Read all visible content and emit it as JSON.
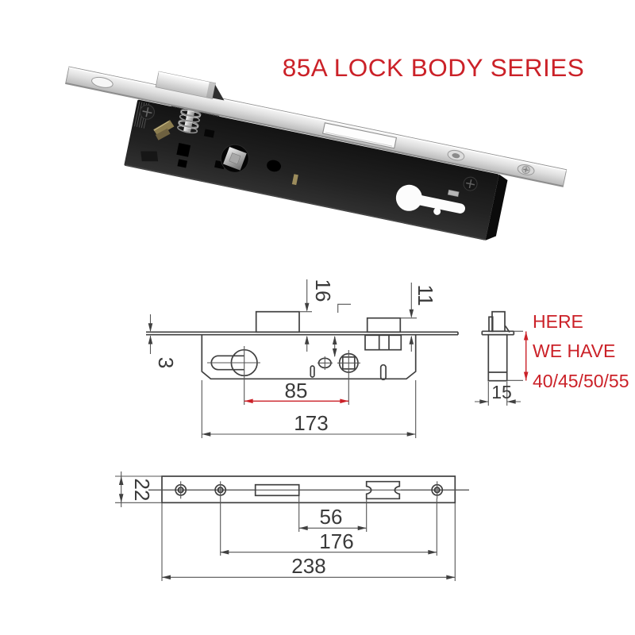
{
  "title": "85A LOCK BODY SERIES",
  "colors": {
    "accent_red": "#cb2128",
    "line": "#404040"
  },
  "photo": {
    "label": "85A mortise lock body product photo"
  },
  "side_view": {
    "label": "lock body side view technical drawing",
    "dims": {
      "latch_protrusion": "16",
      "deadbolt_protrusion": "11",
      "faceplate_thickness": "3",
      "cylinder_to_spindle": "85",
      "case_length": "173",
      "case_depth": "15"
    },
    "note": {
      "line1": "HERE",
      "line2": "WE HAVE",
      "line3": "40/45/50/55"
    }
  },
  "faceplate_view": {
    "label": "faceplate front view technical drawing",
    "dims": {
      "plate_width": "22",
      "slot_to_latch": "56",
      "hole_spacing": "176",
      "plate_length": "238"
    }
  }
}
